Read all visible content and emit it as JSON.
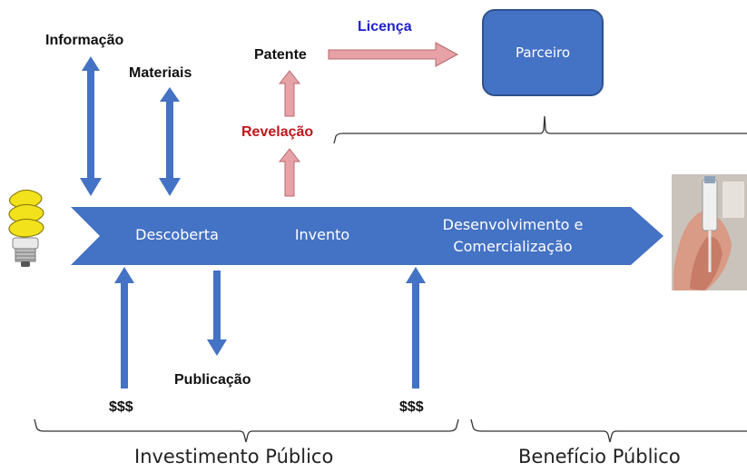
{
  "nodes": {
    "informacao": "Informação",
    "materiais": "Materiais",
    "patente": "Patente",
    "licenca": "Licença",
    "parceiro": "Parceiro",
    "revelacao": "Revelação",
    "publicacao": "Publicação",
    "dinheiro_1": "$$$",
    "dinheiro_2": "$$$"
  },
  "pipeline": {
    "stage_1": "Descoberta",
    "stage_2": "Invento",
    "stage_3_line1": "Desenvolvimento e",
    "stage_3_line2": "Comercialização"
  },
  "footer": {
    "left": "Investimento Público",
    "right": "Benefício Público"
  },
  "colors": {
    "blue": "#4472c4",
    "pink": "#e6a2a6",
    "licenca_text": "#2020d0",
    "revelacao_text": "#c0161b"
  },
  "icons": [
    "light-bulb-icon",
    "vaccine-photo"
  ]
}
